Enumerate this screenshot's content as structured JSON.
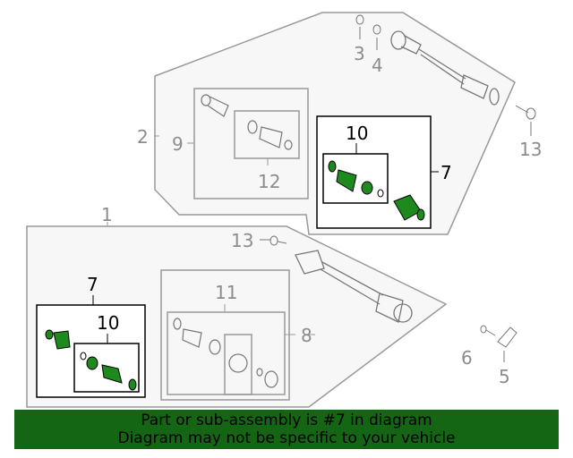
{
  "callouts": {
    "c1": "1",
    "c2": "2",
    "c3": "3",
    "c4": "4",
    "c5": "5",
    "c6": "6",
    "c7a": "7",
    "c7b": "7",
    "c8": "8",
    "c9": "9",
    "c10a": "10",
    "c10b": "10",
    "c11": "11",
    "c12": "12",
    "c13a": "13",
    "c13b": "13"
  },
  "banner": {
    "line1": "Part or sub-assembly is #7 in diagram",
    "line2": "Diagram may not be specific to your vehicle"
  },
  "colors": {
    "highlight": "#146614",
    "part_green": "#1e8a1e"
  }
}
